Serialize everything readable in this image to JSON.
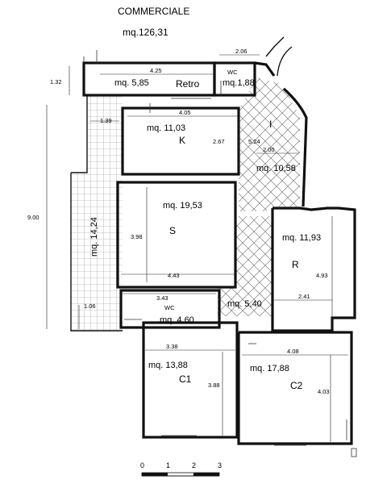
{
  "plan": {
    "title": "COMMERCIALE",
    "total_area": "mq.126,31",
    "rooms": [
      {
        "id": "retro",
        "name": "Retro",
        "area": "mq. 5,85"
      },
      {
        "id": "wc-top",
        "name": "WC",
        "area": "mq.1,88"
      },
      {
        "id": "k",
        "name": "K",
        "area": "mq. 11,03"
      },
      {
        "id": "i",
        "name": "I",
        "area": "mq. 10,58"
      },
      {
        "id": "s",
        "name": "S",
        "area": "mq. 19,53"
      },
      {
        "id": "r",
        "name": "R",
        "area": "mq. 11,93"
      },
      {
        "id": "balcony",
        "name": "",
        "area": "mq. 14,24"
      },
      {
        "id": "wc-bottom",
        "name": "WC",
        "area": "mq. 4,60"
      },
      {
        "id": "landing",
        "name": "",
        "area": "mq. 5,40"
      },
      {
        "id": "c1",
        "name": "C1",
        "area": "mq. 13,88"
      },
      {
        "id": "c2",
        "name": "C2",
        "area": "mq. 17,88"
      }
    ],
    "dimensions": {
      "retro_width": "4.25",
      "wc_width": "2.06",
      "retro_depth": "1.32",
      "k_width": "4.05",
      "balcony_top": "1.39",
      "k_depth": "2.67",
      "i_depth": "5.24",
      "i_width": "2.00",
      "overall_depth": "9.00",
      "s_depth": "3.98",
      "s_width": "4.43",
      "r_depth": "4.93",
      "r_width": "2.41",
      "wc_bottom_width": "3.43",
      "balcony_bottom": "1.06",
      "c1_width": "3.38",
      "c1_depth": "3.88",
      "c2_width": "4.08",
      "c2_depth": "4.03"
    },
    "scale": {
      "labels": [
        "0",
        "1",
        "2",
        "3"
      ]
    }
  }
}
